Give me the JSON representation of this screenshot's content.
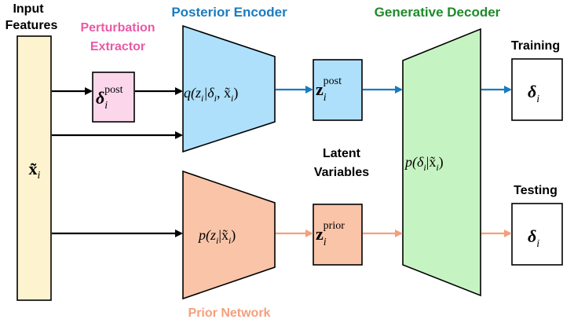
{
  "labels": {
    "input_line1": "Input",
    "input_line2": "Features",
    "perturb_line1": "Perturbation",
    "perturb_line2": "Extractor",
    "posterior_encoder": "Posterior Encoder",
    "generative_decoder": "Generative Decoder",
    "training": "Training",
    "testing": "Testing",
    "latent_line1": "Latent",
    "latent_line2": "Variables",
    "prior_network": "Prior Network"
  },
  "math": {
    "input_x": "x̃",
    "input_x_sub": "i",
    "delta_post": "δ",
    "delta_post_sub": "i",
    "delta_post_sup": "post",
    "encoder_expr": "q(z",
    "encoder_expr_sub": "i",
    "encoder_expr_rest": "|δ",
    "encoder_expr_sub2": "i",
    "encoder_expr_rest2": ", x̃",
    "encoder_expr_sub3": "i",
    "encoder_expr_close": ")",
    "z_post": "z",
    "z_post_sub": "i",
    "z_post_sup": "post",
    "prior_expr": "p(z",
    "prior_expr_sub": "i",
    "prior_expr_rest": "|x̃",
    "prior_expr_sub2": "i",
    "prior_expr_close": ")",
    "z_prior": "z",
    "z_prior_sub": "i",
    "z_prior_sup": "prior",
    "decoder_expr": "p(δ",
    "decoder_expr_sub": "i",
    "decoder_expr_rest": "|x̃",
    "decoder_expr_sub2": "i",
    "decoder_expr_close": ")",
    "out_train": "δ",
    "out_train_sub": "i",
    "out_test": "δ",
    "out_test_sub": "i"
  },
  "colors": {
    "posterior_blue": "#1a7bbf",
    "generative_green": "#1f8a2a",
    "perturb_pink": "#e85aa6",
    "prior_orange": "#f4a07c",
    "input_fill": "#fef3cf",
    "perturb_fill": "#fcd6ea",
    "encoder_fill": "#aee0fb",
    "prior_fill": "#f9c4a8",
    "decoder_fill": "#c6f3c2"
  }
}
